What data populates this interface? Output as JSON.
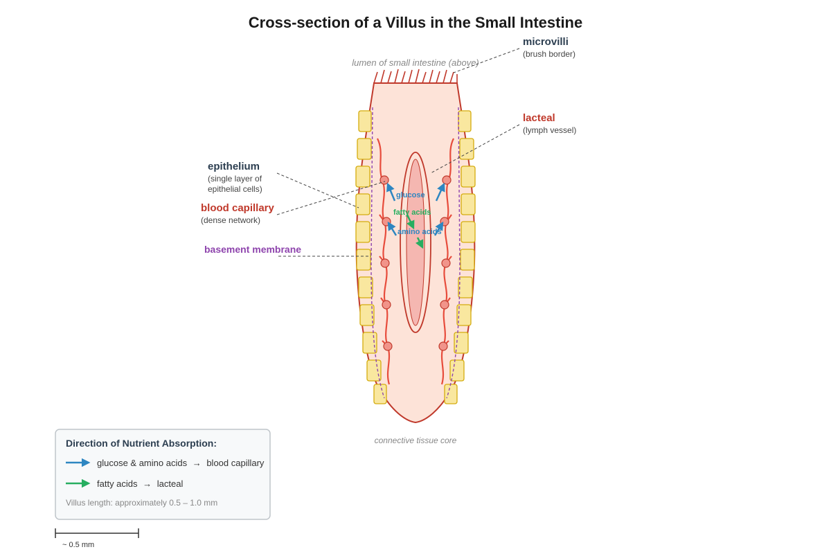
{
  "title": "Cross-section of a Villus in the Small Intestine",
  "labels": {
    "lumen": "lumen of small intestine (above)",
    "core": "connective tissue core",
    "microvilli": {
      "name": "microvilli",
      "sub": "(brush border)"
    },
    "lacteal": {
      "name": "lacteal",
      "sub": "(lymph vessel)"
    },
    "epithelium": {
      "name": "epithelium",
      "sub1": "(single layer of",
      "sub2": "epithelial cells)"
    },
    "capillary": {
      "name": "blood capillary",
      "sub": "(dense network)"
    },
    "basement": {
      "name": "basement membrane"
    }
  },
  "arrow_labels": {
    "glucose": "glucose",
    "fatty_acids": "fatty acids",
    "amino_acids": "amino acids"
  },
  "legend": {
    "title": "Direction of Nutrient Absorption:",
    "items": [
      {
        "nutrient": "glucose & amino acids",
        "arrow": "→",
        "target": "blood capillary"
      },
      {
        "nutrient": "fatty acids",
        "arrow": "→",
        "target": "lacteal"
      }
    ],
    "note": "Villus length: approximately 0.5 – 1.0 mm"
  },
  "scale_bar": {
    "label": "~ 0.5 mm"
  },
  "colors": {
    "outline": "#c0392b",
    "core_fill": "#fde3d8",
    "cell_fill": "#f9e79f",
    "cell_stroke": "#d4ac0d",
    "capillary": "#e74c3c",
    "lacteal_fill": "#f5b7b1",
    "basement": "#8e44ad",
    "blue_arrow": "#2e86c1",
    "green_arrow": "#27ae60",
    "label_dark": "#2c3e50"
  }
}
